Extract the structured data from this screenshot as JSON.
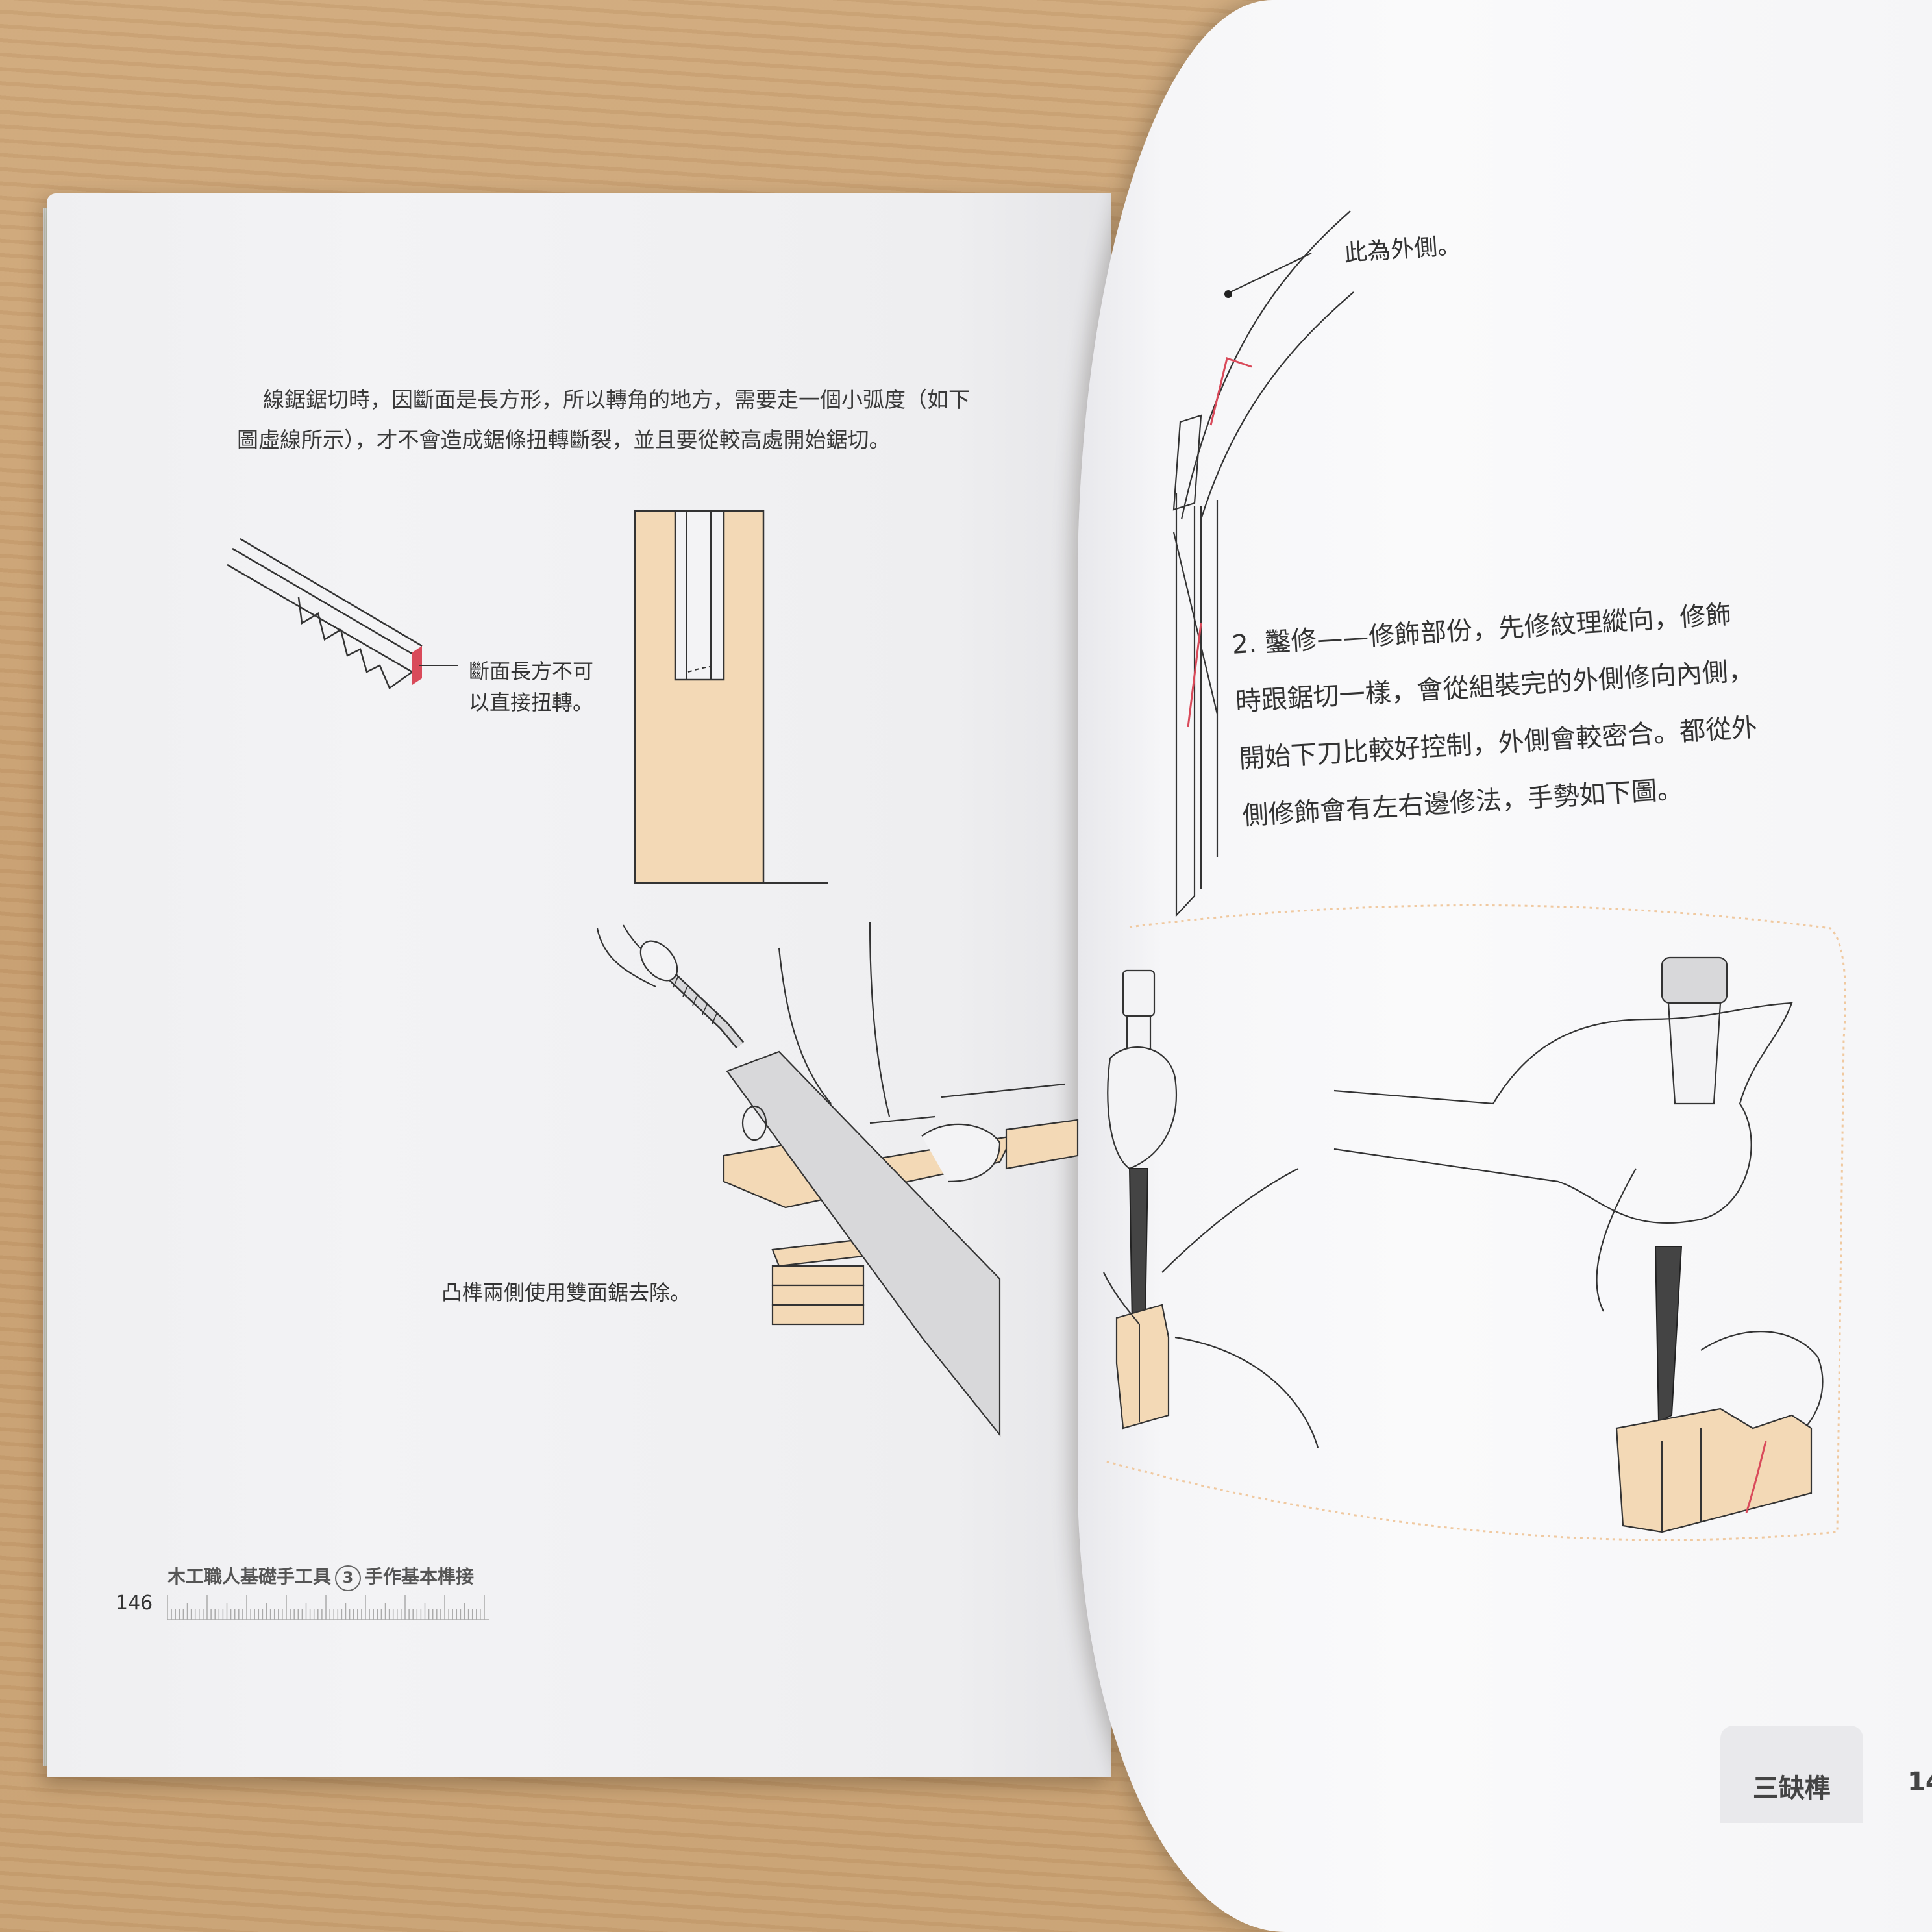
{
  "left_page": {
    "paragraph_lines": [
      "線鋸鋸切時，因斷面是長方形，所以轉角的地方，需要走一個小弧度（如下",
      "圖虛線所示），才不會造成鋸條扭轉斷裂，並且要從較高處開始鋸切。"
    ],
    "saw_blade_label_lines": [
      "斷面長方不可",
      "以直接扭轉。"
    ],
    "saw_caption": "凸榫兩側使用雙面鋸去除。",
    "footer_title_before": "木工職人基礎手工具",
    "footer_title_number": "3",
    "footer_title_after": "手作基本榫接",
    "page_number": "146"
  },
  "right_page": {
    "outer_side_label": "此為外側。",
    "paragraph_lines": [
      "2. 鑿修——修飾部份，先修紋理縱向，修飾",
      "時跟鋸切一樣，會從組裝完的外側修向內側，",
      "開始下刀比較好控制，外側會較密合。都從外",
      "側修飾會有左右邊修法，手勢如下圖。"
    ],
    "tab_label": "三缺榫",
    "page_number": "14"
  },
  "colors": {
    "wood_fill": "#f3d9b6",
    "accent_red": "#d94a5a",
    "line": "#333333",
    "dotted_border": "#f0c9a0"
  }
}
